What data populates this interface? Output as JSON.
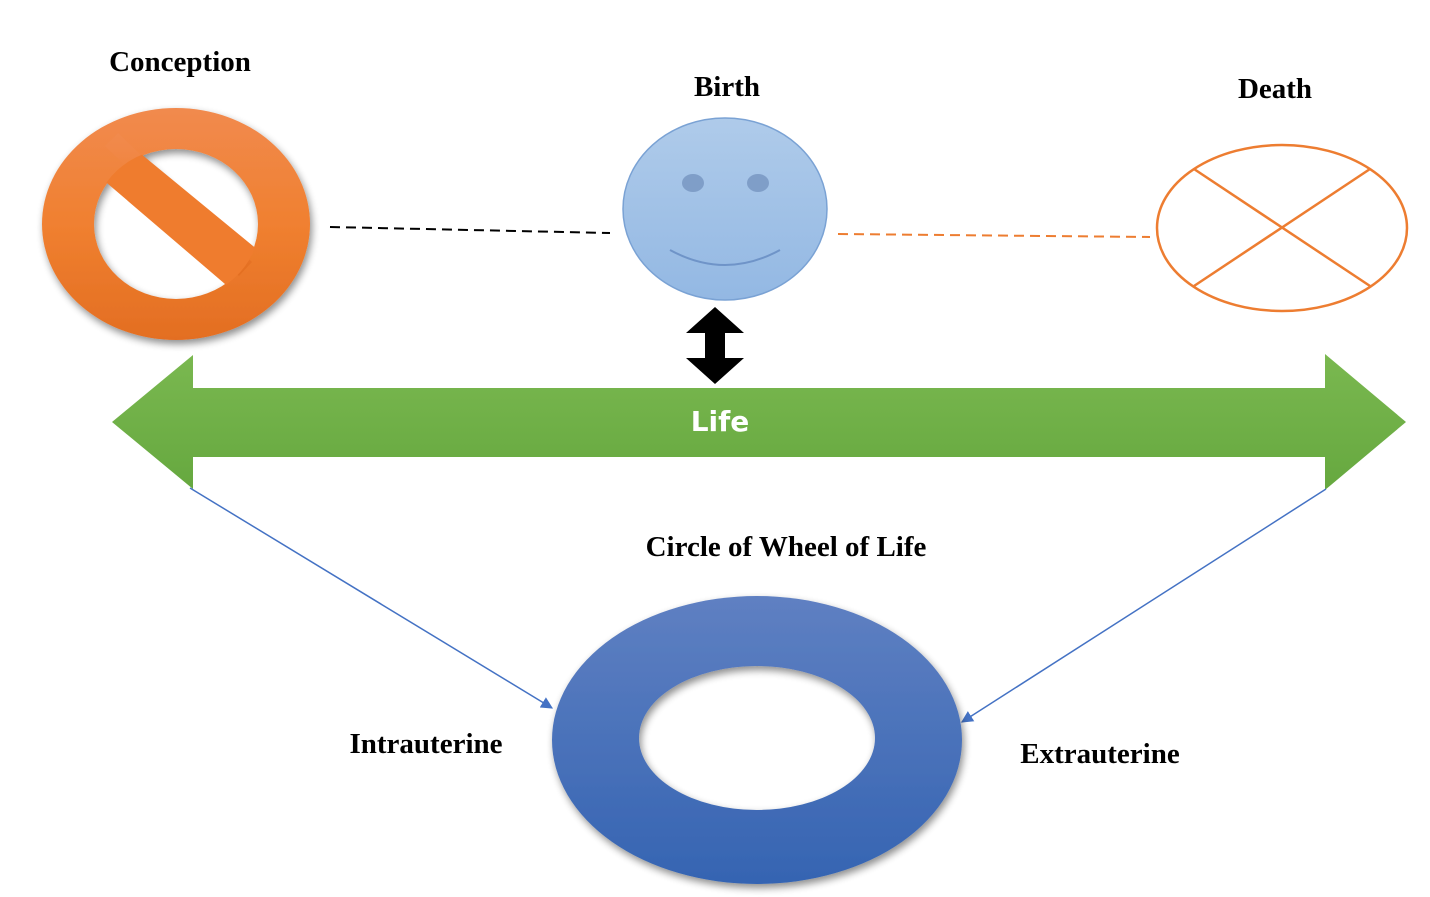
{
  "diagram": {
    "labels": {
      "conception": "Conception",
      "birth": "Birth",
      "death": "Death",
      "life": "Life",
      "wheel_title": "Circle of Wheel of Life",
      "intrauterine": "Intrauterine",
      "extrauterine": "Extrauterine"
    },
    "icons": {
      "conception": "prohibition-sign-icon",
      "birth": "smiley-face-icon",
      "death": "crossed-circle-icon",
      "connector": "double-vertical-arrow-icon",
      "life": "double-horizontal-arrow",
      "wheel": "ring-donut"
    },
    "colors": {
      "orange": "#ED7D31",
      "orange_light": "#F4914E",
      "face_blue": "#9DC3E6",
      "face_outline": "#6A94C4",
      "green": "#70AD47",
      "ring_blue": "#4472C4",
      "arrow_line_blue": "#4472C4",
      "dash_black": "#000000",
      "dash_orange": "#ED7D31"
    }
  }
}
